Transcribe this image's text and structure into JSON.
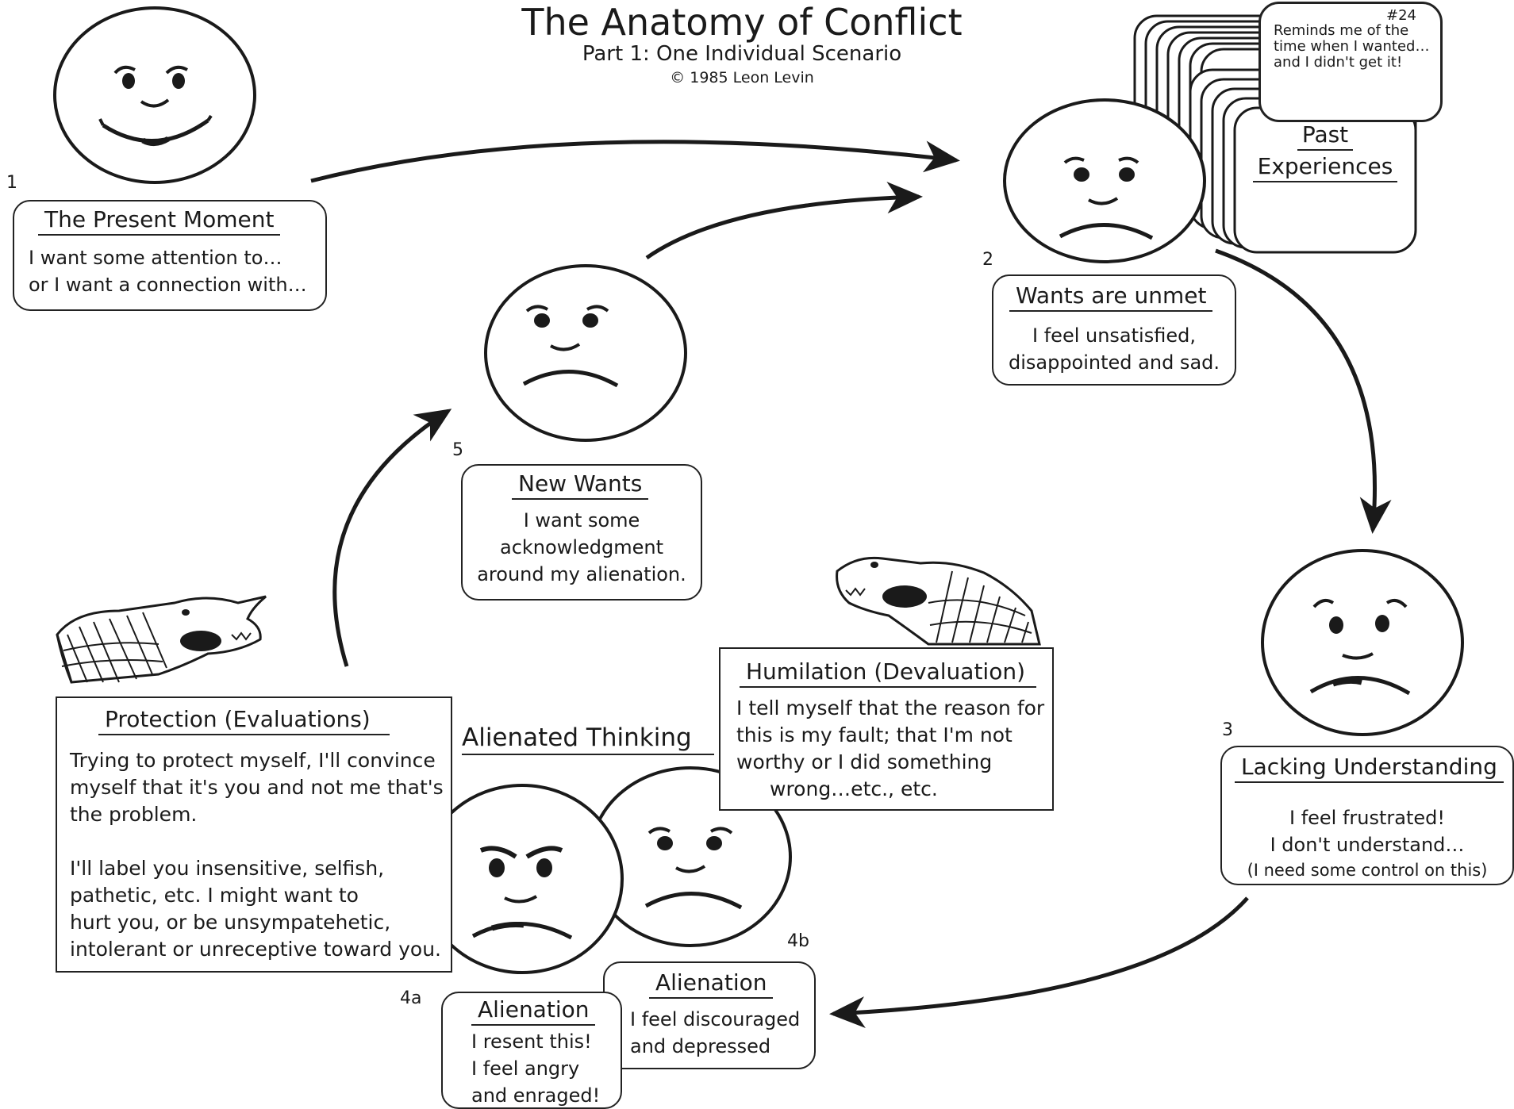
{
  "title": "The Anatomy of Conflict",
  "subtitle": "Part 1: One Individual Scenario",
  "copyright": "©  1985 Leon Levin",
  "stages": {
    "s1": {
      "number": "1",
      "heading": "The Present Moment",
      "lines": [
        "I want some attention to…",
        "or I want a connection with…"
      ]
    },
    "s2": {
      "number": "2",
      "heading": "Wants are unmet",
      "lines": [
        "I feel unsatisfied,",
        "disappointed and sad."
      ]
    },
    "s3": {
      "number": "3",
      "heading": "Lacking Understanding",
      "lines": [
        "I feel frustrated!",
        "I don't understand…",
        "(I need some control on this)"
      ]
    },
    "s4a": {
      "number": "4a",
      "heading": "Alienation",
      "lines": [
        "I resent this!",
        "I feel angry",
        "and enraged!"
      ]
    },
    "s4b": {
      "number": "4b",
      "heading": "Alienation",
      "lines": [
        "I feel discouraged",
        "and depressed"
      ]
    },
    "s5": {
      "number": "5",
      "heading": "New Wants",
      "lines": [
        "I want some",
        "acknowledgment",
        "around my alienation."
      ]
    }
  },
  "past": {
    "note_number": "#24",
    "note_lines": [
      "Reminds me of the",
      "time when I wanted…",
      "and I didn't get it!"
    ],
    "heading_lines": [
      "Past",
      "Experiences"
    ]
  },
  "alienated_thinking": "Alienated Thinking",
  "protection": {
    "heading": "Protection (Evaluations)",
    "p1_lines": [
      "Trying to protect myself, I'll convince",
      "myself that it's you and not me that's",
      "the problem."
    ],
    "p2_lines": [
      "I'll label you insensitive, selfish,",
      "pathetic, etc. I might want to",
      "hurt you, or be unsympatehetic,",
      "intolerant or unreceptive toward you."
    ]
  },
  "humiliation": {
    "heading": "Humilation  (Devaluation)",
    "lines": [
      "I tell myself that the reason for",
      "this is my fault; that I'm not",
      "worthy or I did something",
      "wrong…etc., etc."
    ]
  },
  "faces": {
    "happy": "happy-face-icon",
    "sad": "sad-face-icon",
    "frustrated": "frustrated-face-icon",
    "angry": "angry-face-icon",
    "alligator": "alligator-icon"
  }
}
